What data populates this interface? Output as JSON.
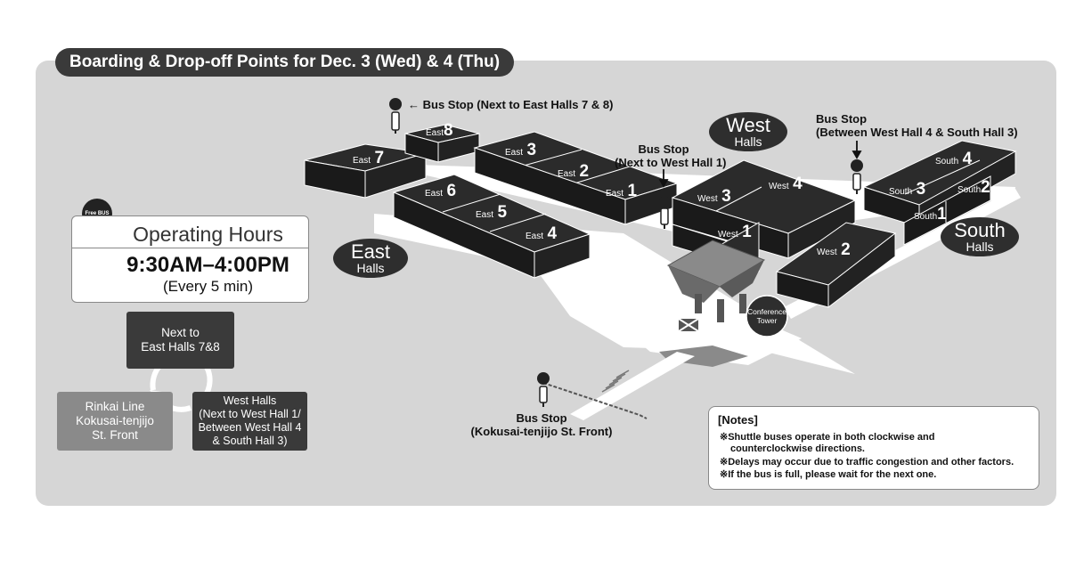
{
  "title": "Boarding & Drop-off Points for Dec. 3 (Wed) & 4 (Thu)",
  "halls_labels": {
    "east": {
      "big": "East",
      "small": "Halls"
    },
    "west": {
      "big": "West",
      "small": "Halls"
    },
    "south": {
      "big": "South",
      "small": "Halls"
    }
  },
  "halls": [
    {
      "prefix": "East",
      "num": "7"
    },
    {
      "prefix": "East",
      "num": "8"
    },
    {
      "prefix": "East",
      "num": "3"
    },
    {
      "prefix": "East",
      "num": "2"
    },
    {
      "prefix": "East",
      "num": "1"
    },
    {
      "prefix": "East",
      "num": "6"
    },
    {
      "prefix": "East",
      "num": "5"
    },
    {
      "prefix": "East",
      "num": "4"
    },
    {
      "prefix": "West",
      "num": "3"
    },
    {
      "prefix": "West",
      "num": "4"
    },
    {
      "prefix": "West",
      "num": "1"
    },
    {
      "prefix": "West",
      "num": "2"
    },
    {
      "prefix": "South",
      "num": "4"
    },
    {
      "prefix": "South",
      "num": "3"
    },
    {
      "prefix": "South",
      "num": "2"
    },
    {
      "prefix": "South",
      "num": "1"
    }
  ],
  "bus_stops": {
    "east78": "← Bus Stop (Next to East Halls 7 & 8)",
    "west1_line1": "Bus Stop",
    "west1_line2": "(Next to West Hall 1)",
    "west4_line1": "Bus Stop",
    "west4_line2": "(Between West Hall 4 & South Hall 3)",
    "kokusai_line1": "Bus Stop",
    "kokusai_line2": "(Kokusai-tenjijo St. Front)"
  },
  "conference_tower": {
    "line1": "Conference",
    "line2": "Tower"
  },
  "free_bus_label": "Free BUS",
  "operating": {
    "heading": "Operating Hours",
    "time": "9:30AM–4:00PM",
    "freq": "(Every 5 min)"
  },
  "route": {
    "top": {
      "line1": "Next to",
      "line2": "East Halls 7&8"
    },
    "left": {
      "line1": "Rinkai Line",
      "line2": "Kokusai-tenjijo",
      "line3": "St. Front"
    },
    "right": {
      "line1": "West Halls",
      "line2": "(Next to West Hall 1/",
      "line3": "Between West Hall 4",
      "line4": "& South Hall 3)"
    }
  },
  "notes": {
    "heading": "[Notes]",
    "line1": "※Shuttle buses operate in both clockwise and",
    "line2": "counterclockwise directions.",
    "line3": "※Delays may occur due to traffic congestion and other factors.",
    "line4": "※If the bus is full, please wait for the next one."
  },
  "colors": {
    "panel": "#d6d6d6",
    "building_top": "#2b2b2b",
    "building_side": "#1a1a1a",
    "road": "#ffffff",
    "box_dark": "#3a3a3a",
    "box_gray": "#8a8a8a"
  }
}
